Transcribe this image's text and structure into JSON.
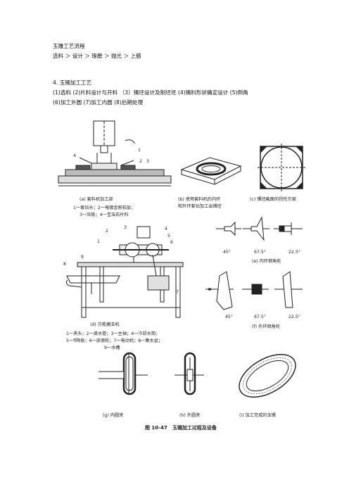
{
  "header": {
    "title": "玉雕工艺流程",
    "flow": "选料 ＞ 设计 ＞ 琢磨 ＞ 抛光 ＞ 上腊"
  },
  "section": {
    "heading": "4. 玉镯加工工艺",
    "steps_line1": "(1)选料 (2)片料设计与开料 （3）镯坯设计及制坯坯 (4)镯料形状确定设计 (5)倒角",
    "steps_line2": "(6)加工外圆 (7)加工内圆 (8)后期处理"
  },
  "figure": {
    "a_caption": "(a) 套料机加工部",
    "a_legend1": "1一套钻头；2一电镀金刚石层；",
    "a_legend2": "3一压板；4一宝玉石片料",
    "b_caption1": "(b) 使用套料机的内环",
    "b_caption2": "和外环套钻加工出镯坯",
    "c_caption": "(c) 镯坯截面的拐形方案",
    "d_caption": "(d) 万能磨玉机",
    "d_legend1": "1一夹头；2一滴水管；3一主轴；4一冷却水筒；",
    "d_legend2": "5一fl降板；6一皮德轮；7一电动机；8一集水盆；",
    "d_legend3": "9一水槽",
    "e_caption": "(e) 内环倒角轮",
    "f_caption": "(f) 外环倒角轮",
    "g_caption": "(g) 内圆夹",
    "h_caption": "(h) 外圆夹",
    "i_caption": "(i) 加工完成的玉镯",
    "main_caption": "图 10-47　玉镯加工过程及设备",
    "angles_e": [
      "45°",
      "67.5°",
      "22.5°"
    ],
    "angles_f": [
      "45°",
      "67.5°",
      "22.5°"
    ],
    "a_numbers": [
      "4",
      "1",
      "2",
      "3"
    ],
    "d_numbers": [
      "2",
      "3",
      "4",
      "5",
      "6",
      "1",
      "8",
      "9",
      "7"
    ]
  }
}
